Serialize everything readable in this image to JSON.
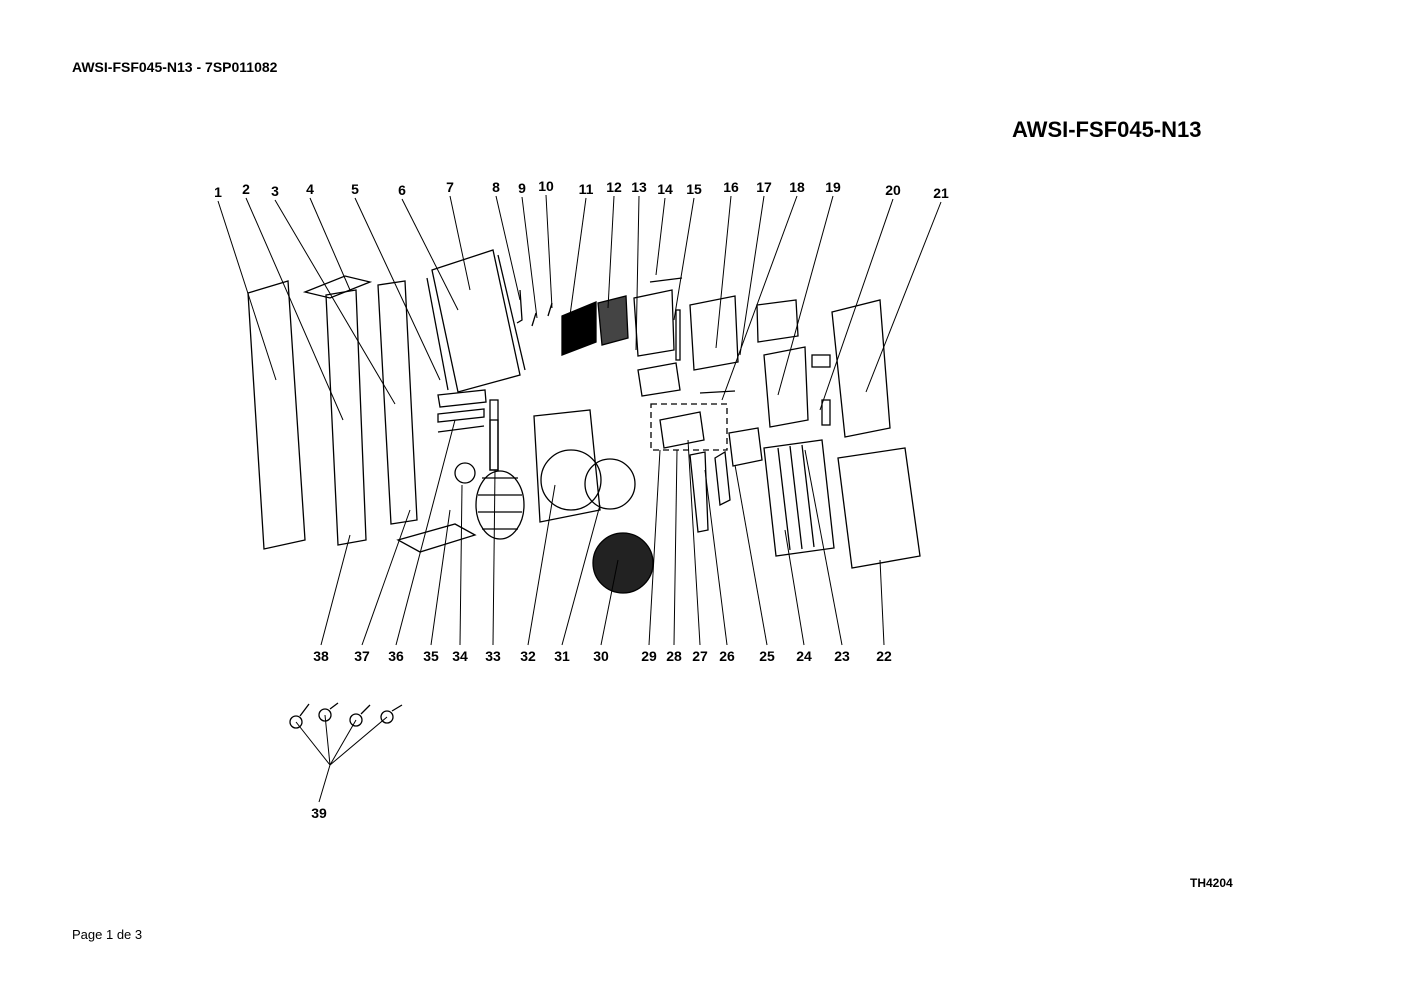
{
  "header": {
    "title": "AWSI-FSF045-N13 - 7SP011082"
  },
  "model_title": "AWSI-FSF045-N13",
  "diagram": {
    "top_labels": [
      "1",
      "2",
      "3",
      "4",
      "5",
      "6",
      "7",
      "8",
      "9",
      "10",
      "11",
      "12",
      "13",
      "14",
      "15",
      "16",
      "17",
      "18",
      "19",
      "20",
      "21"
    ],
    "bottom_labels": [
      "38",
      "37",
      "36",
      "35",
      "34",
      "33",
      "32",
      "31",
      "30",
      "29",
      "28",
      "27",
      "26",
      "25",
      "24",
      "23",
      "22"
    ],
    "extra_label": "39"
  },
  "drawing_code": "TH4204",
  "footer": {
    "page": "Page 1 de 3"
  }
}
